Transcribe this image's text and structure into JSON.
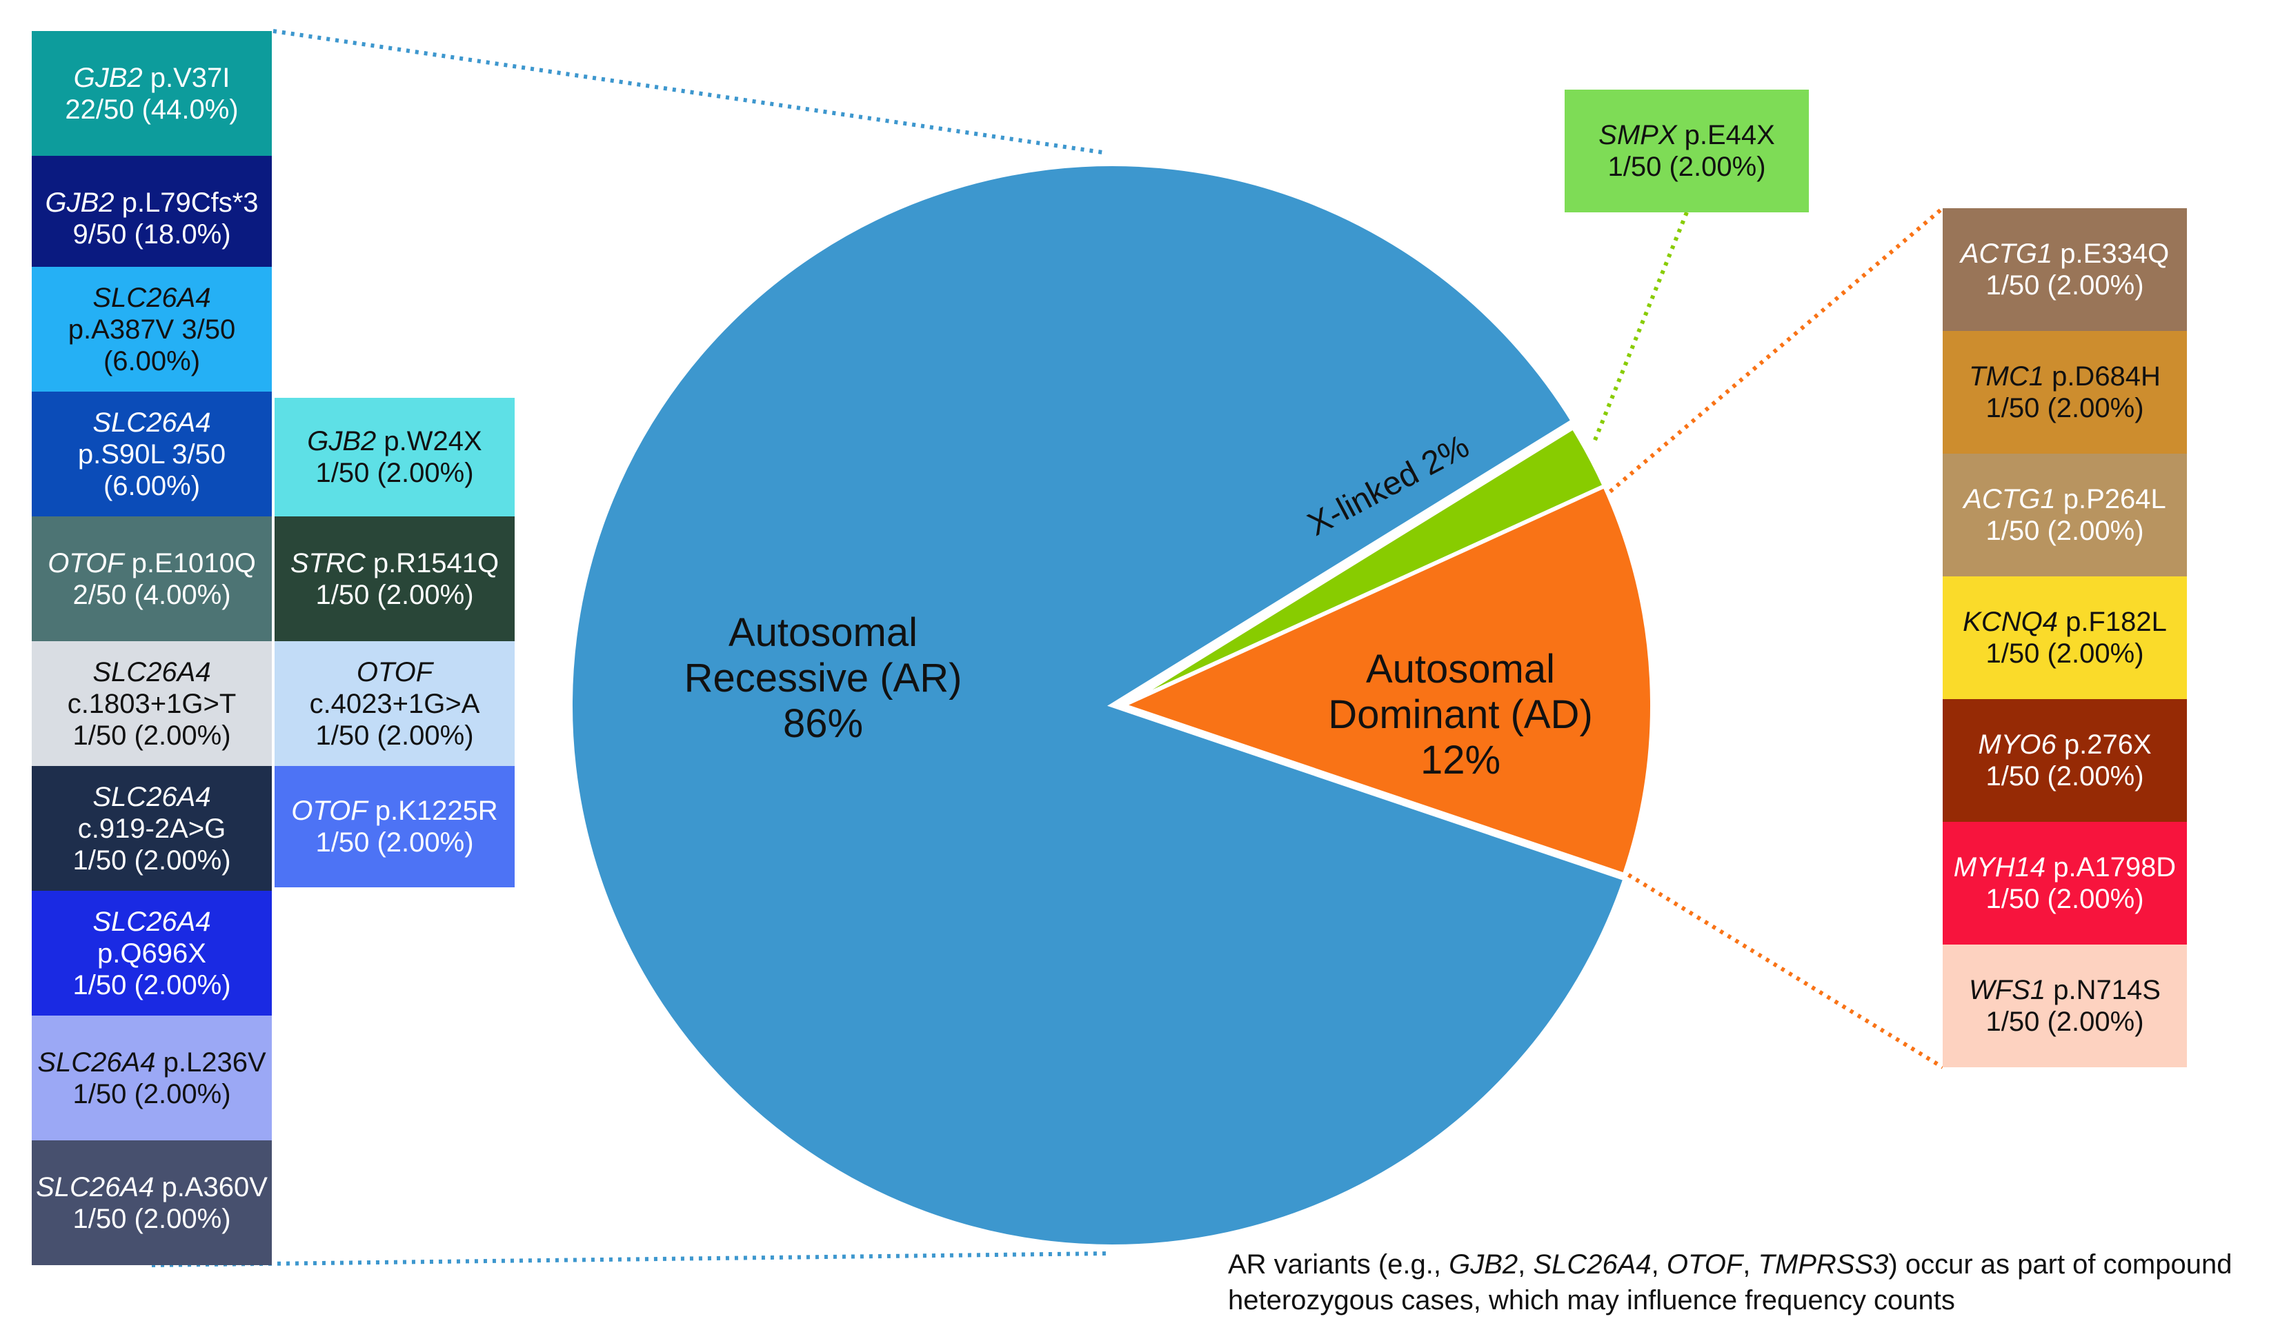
{
  "chart_data": {
    "type": "pie",
    "slices": [
      {
        "label": "Autosomal Recessive (AR)",
        "pct_label": "86%",
        "value": 86,
        "color": "#3d97ce"
      },
      {
        "label": "X-linked",
        "pct_label": "2%",
        "value": 2,
        "color": "#88cc00"
      },
      {
        "label": "Autosomal Dominant (AD)",
        "pct_label": "12%",
        "value": 12,
        "color": "#f97316"
      }
    ],
    "ar_variants": [
      {
        "gene": "GJB2",
        "variant": "p.V37I",
        "count": "22/50 (44.0%)",
        "color": "#0d9c9c"
      },
      {
        "gene": "GJB2",
        "variant": "p.L79Cfs*3",
        "count": "9/50 (18.0%)",
        "color": "#0a1a80"
      },
      {
        "gene": "SLC26A4",
        "variant": "p.A387V 3/50",
        "count": "(6.00%)",
        "color": "#25b0f5"
      },
      {
        "gene": "SLC26A4",
        "variant": "p.S90L 3/50",
        "count": "(6.00%)",
        "color": "#0b4cb8"
      },
      {
        "gene": "OTOF",
        "variant": "p.E1010Q",
        "count": "2/50 (4.00%)",
        "color": "#4d7474"
      },
      {
        "gene": "SLC26A4",
        "variant": "c.1803+1G>T",
        "count": "1/50 (2.00%)",
        "color": "#d9dde3"
      },
      {
        "gene": "SLC26A4",
        "variant": "c.919-2A>G",
        "count": "1/50 (2.00%)",
        "color": "#1e2e4c"
      },
      {
        "gene": "SLC26A4",
        "variant": "p.Q696X",
        "count": "1/50 (2.00%)",
        "color": "#1a2ae3"
      },
      {
        "gene": "SLC26A4",
        "variant": "p.L236V",
        "count": "1/50 (2.00%)",
        "color": "#9ba8f5"
      },
      {
        "gene": "SLC26A4",
        "variant": "p.A360V",
        "count": "1/50 (2.00%)",
        "color": "#47506e"
      },
      {
        "gene": "GJB2",
        "variant": "p.W24X",
        "count": "1/50 (2.00%)",
        "color": "#5ee0e6"
      },
      {
        "gene": "STRC",
        "variant": "p.R1541Q",
        "count": "1/50 (2.00%)",
        "color": "#294638"
      },
      {
        "gene": "OTOF",
        "variant": "c.4023+1G>A",
        "count": "1/50 (2.00%)",
        "color": "#c2dcf7"
      },
      {
        "gene": "OTOF",
        "variant": "p.K1225R",
        "count": "1/50 (2.00%)",
        "color": "#4d73f5"
      }
    ],
    "x_variants": [
      {
        "gene": "SMPX",
        "variant": "p.E44X",
        "count": "1/50 (2.00%)",
        "color": "#7edc56"
      }
    ],
    "ad_variants": [
      {
        "gene": "ACTG1",
        "variant": "p.E334Q",
        "count": "1/50 (2.00%)",
        "color": "#997558"
      },
      {
        "gene": "TMC1",
        "variant": "p.D684H",
        "count": "1/50 (2.00%)",
        "color": "#cd8d2e"
      },
      {
        "gene": "ACTG1",
        "variant": "p.P264L",
        "count": "1/50 (2.00%)",
        "color": "#b89460"
      },
      {
        "gene": "KCNQ4",
        "variant": "p.F182L",
        "count": "1/50 (2.00%)",
        "color": "#fadb2a"
      },
      {
        "gene": "MYO6",
        "variant": "p.276X",
        "count": "1/50 (2.00%)",
        "color": "#962a05"
      },
      {
        "gene": "MYH14",
        "variant": "p.A1798D",
        "count": "1/50 (2.00%)",
        "color": "#f7143d"
      },
      {
        "gene": "WFS1",
        "variant": "p.N714S",
        "count": "1/50 (2.00%)",
        "color": "#fdd2c0"
      }
    ],
    "footnote": {
      "prefix": "AR variants (e.g., ",
      "genes": [
        "GJB2",
        "SLC26A4",
        "OTOF",
        "TMPRSS3"
      ],
      "suffix": ")  occur as part of compound heterozygous cases, which may influence frequency counts"
    }
  }
}
